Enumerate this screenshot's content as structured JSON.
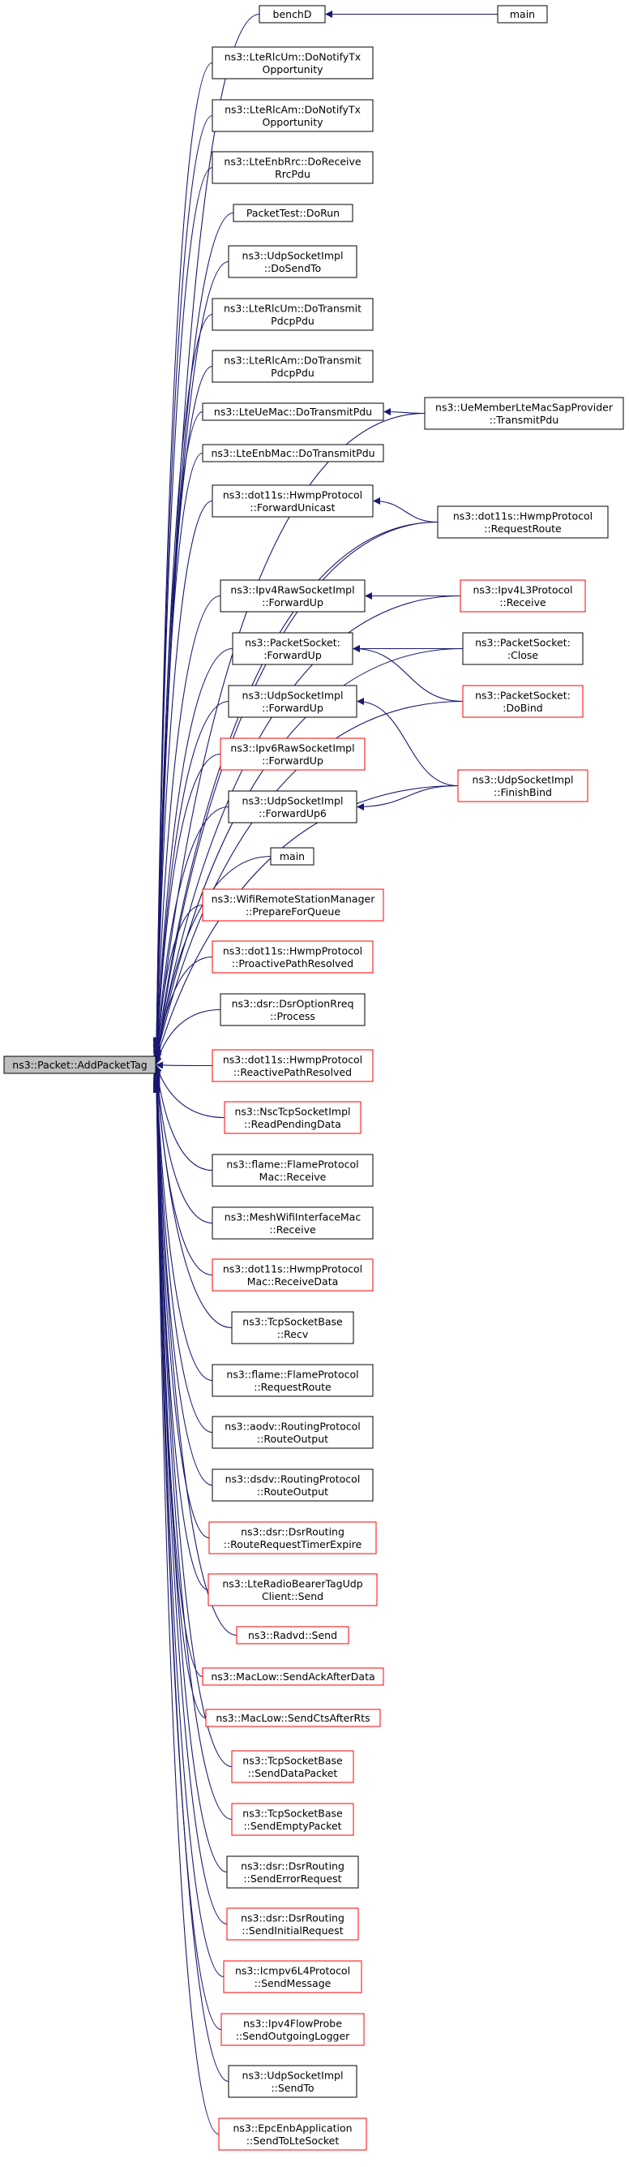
{
  "root": {
    "id": "root",
    "lines": [
      "ns3::Packet::AddPacketTag"
    ]
  },
  "colors": {
    "edge": "#191970",
    "normal_border": "#000000",
    "red_border": "#ff0000",
    "root_fill": "#bfbfbf",
    "node_fill": "#ffffff"
  },
  "nodes": [
    {
      "id": "benchD",
      "lines": [
        "benchD"
      ],
      "red": false
    },
    {
      "id": "main1",
      "lines": [
        "main"
      ],
      "red": false
    },
    {
      "id": "rlcum_notify",
      "lines": [
        "ns3::LteRlcUm::DoNotifyTx",
        "Opportunity"
      ],
      "red": false
    },
    {
      "id": "rlcam_notify",
      "lines": [
        "ns3::LteRlcAm::DoNotifyTx",
        "Opportunity"
      ],
      "red": false
    },
    {
      "id": "enbrrc",
      "lines": [
        "ns3::LteEnbRrc::DoReceive",
        "RrcPdu"
      ],
      "red": false
    },
    {
      "id": "packettest",
      "lines": [
        "PacketTest::DoRun"
      ],
      "red": false
    },
    {
      "id": "udp_dosendto",
      "lines": [
        "ns3::UdpSocketImpl",
        "::DoSendTo"
      ],
      "red": false
    },
    {
      "id": "rlcum_tx",
      "lines": [
        "ns3::LteRlcUm::DoTransmit",
        "PdcpPdu"
      ],
      "red": false
    },
    {
      "id": "rlcam_tx",
      "lines": [
        "ns3::LteRlcAm::DoTransmit",
        "PdcpPdu"
      ],
      "red": false
    },
    {
      "id": "uemac",
      "lines": [
        "ns3::LteUeMac::DoTransmitPdu"
      ],
      "red": false
    },
    {
      "id": "uemember",
      "lines": [
        "ns3::UeMemberLteMacSapProvider",
        "::TransmitPdu"
      ],
      "red": false
    },
    {
      "id": "enbmac",
      "lines": [
        "ns3::LteEnbMac::DoTransmitPdu"
      ],
      "red": false
    },
    {
      "id": "hwmp_fwd",
      "lines": [
        "ns3::dot11s::HwmpProtocol",
        "::ForwardUnicast"
      ],
      "red": false
    },
    {
      "id": "hwmp_route",
      "lines": [
        "ns3::dot11s::HwmpProtocol",
        "::RequestRoute"
      ],
      "red": false
    },
    {
      "id": "ipv4raw",
      "lines": [
        "ns3::Ipv4RawSocketImpl",
        "::ForwardUp"
      ],
      "red": false
    },
    {
      "id": "ipv4l3",
      "lines": [
        "ns3::Ipv4L3Protocol",
        "::Receive"
      ],
      "red": true
    },
    {
      "id": "pktsock_fwd",
      "lines": [
        "ns3::PacketSocket:",
        ":ForwardUp"
      ],
      "red": false
    },
    {
      "id": "pktsock_close",
      "lines": [
        "ns3::PacketSocket:",
        ":Close"
      ],
      "red": false
    },
    {
      "id": "pktsock_bind",
      "lines": [
        "ns3::PacketSocket:",
        ":DoBind"
      ],
      "red": true
    },
    {
      "id": "udp_fwd",
      "lines": [
        "ns3::UdpSocketImpl",
        "::ForwardUp"
      ],
      "red": false
    },
    {
      "id": "udp_finish",
      "lines": [
        "ns3::UdpSocketImpl",
        "::FinishBind"
      ],
      "red": true
    },
    {
      "id": "ipv6raw",
      "lines": [
        "ns3::Ipv6RawSocketImpl",
        "::ForwardUp"
      ],
      "red": true
    },
    {
      "id": "udp_fwd6",
      "lines": [
        "ns3::UdpSocketImpl",
        "::ForwardUp6"
      ],
      "red": false
    },
    {
      "id": "main2",
      "lines": [
        "main"
      ],
      "red": false
    },
    {
      "id": "wifi_prepare",
      "lines": [
        "ns3::WifiRemoteStationManager",
        "::PrepareForQueue"
      ],
      "red": true
    },
    {
      "id": "hwmp_proactive",
      "lines": [
        "ns3::dot11s::HwmpProtocol",
        "::ProactivePathResolved"
      ],
      "red": true
    },
    {
      "id": "dsr_rreq",
      "lines": [
        "ns3::dsr::DsrOptionRreq",
        "::Process"
      ],
      "red": false
    },
    {
      "id": "hwmp_reactive",
      "lines": [
        "ns3::dot11s::HwmpProtocol",
        "::ReactivePathResolved"
      ],
      "red": true
    },
    {
      "id": "nsctcp",
      "lines": [
        "ns3::NscTcpSocketImpl",
        "::ReadPendingData"
      ],
      "red": true
    },
    {
      "id": "flame_recv",
      "lines": [
        "ns3::flame::FlameProtocol",
        "Mac::Receive"
      ],
      "red": false
    },
    {
      "id": "meshwifi",
      "lines": [
        "ns3::MeshWifiInterfaceMac",
        "::Receive"
      ],
      "red": false
    },
    {
      "id": "hwmp_recvdata",
      "lines": [
        "ns3::dot11s::HwmpProtocol",
        "Mac::ReceiveData"
      ],
      "red": true
    },
    {
      "id": "tcp_recv",
      "lines": [
        "ns3::TcpSocketBase",
        "::Recv"
      ],
      "red": false
    },
    {
      "id": "flame_route",
      "lines": [
        "ns3::flame::FlameProtocol",
        "::RequestRoute"
      ],
      "red": false
    },
    {
      "id": "aodv",
      "lines": [
        "ns3::aodv::RoutingProtocol",
        "::RouteOutput"
      ],
      "red": false
    },
    {
      "id": "dsdv",
      "lines": [
        "ns3::dsdv::RoutingProtocol",
        "::RouteOutput"
      ],
      "red": false
    },
    {
      "id": "dsr_timer",
      "lines": [
        "ns3::dsr::DsrRouting",
        "::RouteRequestTimerExpire"
      ],
      "red": true
    },
    {
      "id": "lteradio",
      "lines": [
        "ns3::LteRadioBearerTagUdp",
        "Client::Send"
      ],
      "red": true
    },
    {
      "id": "radvd",
      "lines": [
        "ns3::Radvd::Send"
      ],
      "red": true
    },
    {
      "id": "maclow_ack",
      "lines": [
        "ns3::MacLow::SendAckAfterData"
      ],
      "red": true
    },
    {
      "id": "maclow_cts",
      "lines": [
        "ns3::MacLow::SendCtsAfterRts"
      ],
      "red": true
    },
    {
      "id": "tcp_data",
      "lines": [
        "ns3::TcpSocketBase",
        "::SendDataPacket"
      ],
      "red": true
    },
    {
      "id": "tcp_empty",
      "lines": [
        "ns3::TcpSocketBase",
        "::SendEmptyPacket"
      ],
      "red": true
    },
    {
      "id": "dsr_error",
      "lines": [
        "ns3::dsr::DsrRouting",
        "::SendErrorRequest"
      ],
      "red": false
    },
    {
      "id": "dsr_initial",
      "lines": [
        "ns3::dsr::DsrRouting",
        "::SendInitialRequest"
      ],
      "red": true
    },
    {
      "id": "icmpv6",
      "lines": [
        "ns3::Icmpv6L4Protocol",
        "::SendMessage"
      ],
      "red": true
    },
    {
      "id": "ipv4flow",
      "lines": [
        "ns3::Ipv4FlowProbe",
        "::SendOutgoingLogger"
      ],
      "red": true
    },
    {
      "id": "udp_sendto",
      "lines": [
        "ns3::UdpSocketImpl",
        "::SendTo"
      ],
      "red": false
    },
    {
      "id": "epcenb",
      "lines": [
        "ns3::EpcEnbApplication",
        "::SendToLteSocket"
      ],
      "red": true
    }
  ],
  "edges": [
    {
      "from": "main1",
      "to": "benchD"
    },
    {
      "from": "uemember",
      "to": "uemac"
    },
    {
      "from": "hwmp_route",
      "to": "hwmp_fwd"
    },
    {
      "from": "hwmp_route",
      "to": "root"
    },
    {
      "from": "ipv4l3",
      "to": "ipv4raw"
    },
    {
      "from": "pktsock_close",
      "to": "pktsock_fwd"
    },
    {
      "from": "pktsock_bind",
      "to": "pktsock_fwd"
    },
    {
      "from": "udp_finish",
      "to": "udp_fwd"
    },
    {
      "from": "udp_finish",
      "to": "udp_fwd6"
    }
  ]
}
